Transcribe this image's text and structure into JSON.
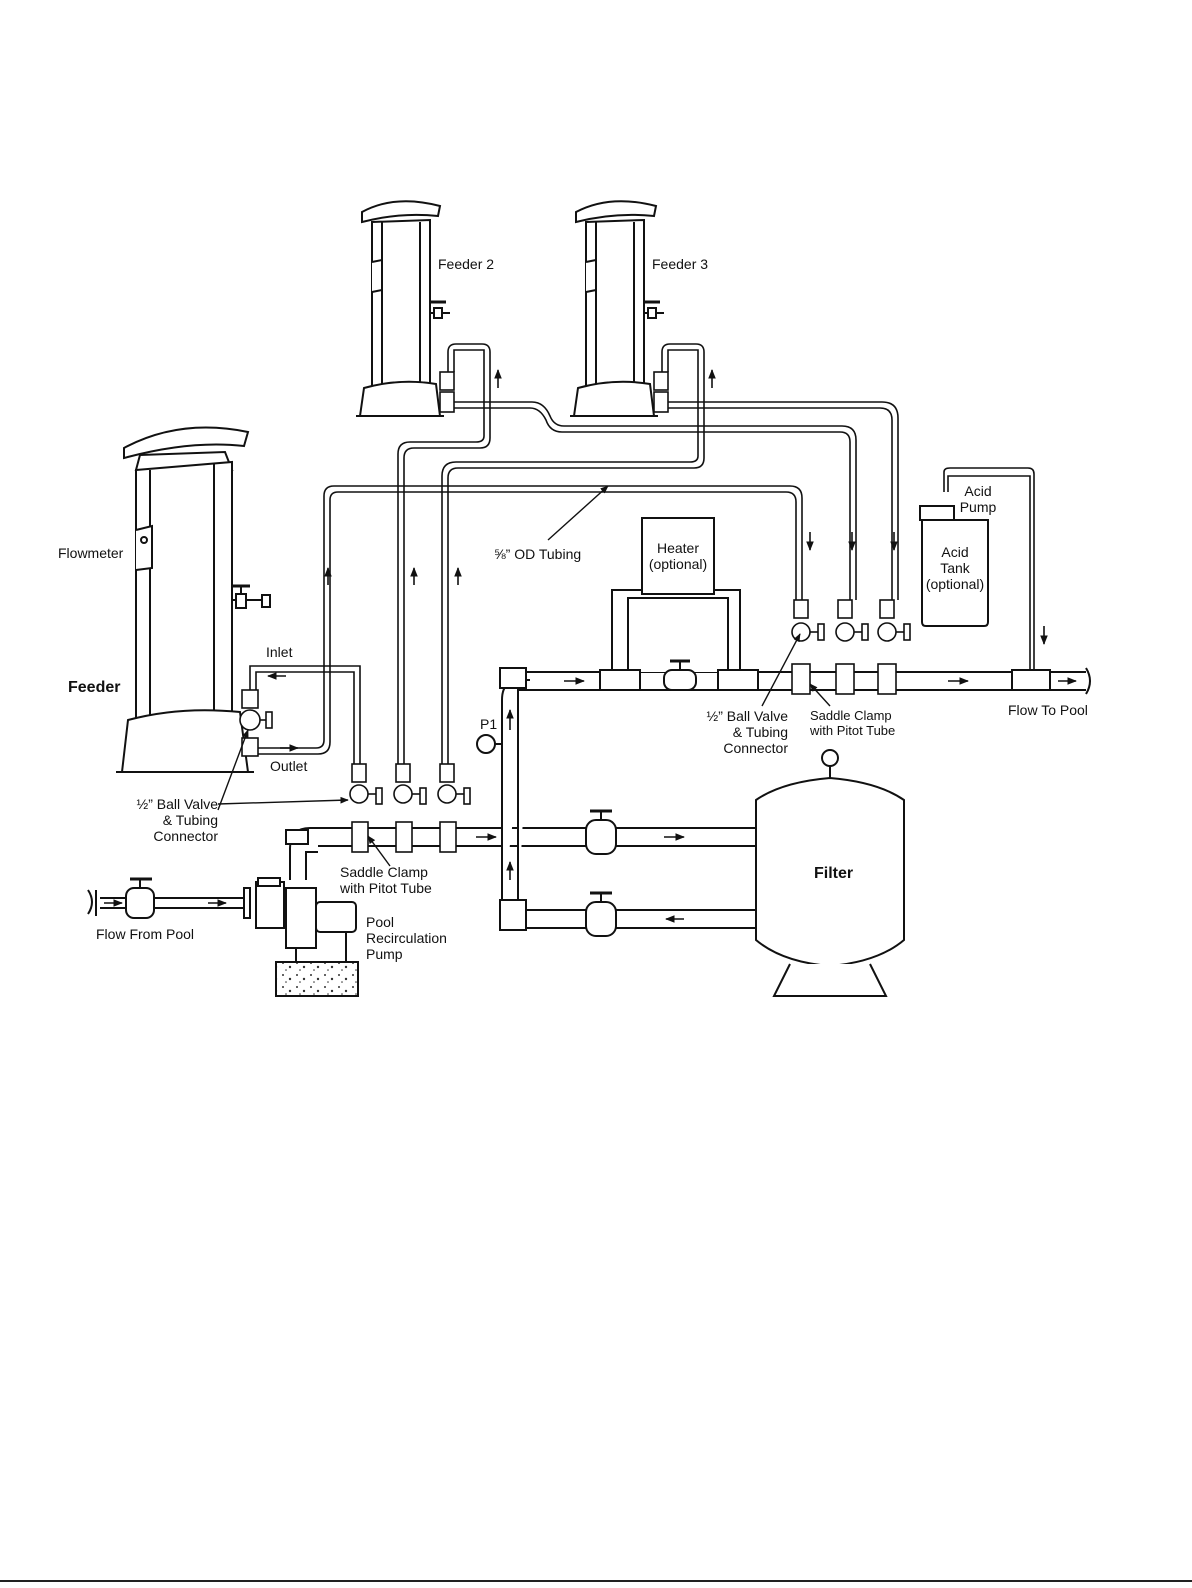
{
  "labels": {
    "feeder2": "Feeder 2",
    "feeder3": "Feeder 3",
    "flowmeter": "Flowmeter",
    "feeder": "Feeder",
    "inlet": "Inlet",
    "outlet": "Outlet",
    "tubing": "⅝” OD Tubing",
    "heater_l1": "Heater",
    "heater_l2": "(optional)",
    "acid_pump_l1": "Acid",
    "acid_pump_l2": "Pump",
    "acid_tank_l1": "Acid",
    "acid_tank_l2": "Tank",
    "acid_tank_l3": "(optional)",
    "p1": "P1",
    "ball_valve_left_l1": "½” Ball Valve",
    "ball_valve_left_l2": "& Tubing",
    "ball_valve_left_l3": "Connector",
    "ball_valve_right_l1": "½” Ball Valve",
    "ball_valve_right_l2": "& Tubing",
    "ball_valve_right_l3": "Connector",
    "saddle_left_l1": "Saddle Clamp",
    "saddle_left_l2": "with Pitot Tube",
    "saddle_right_l1": "Saddle Clamp",
    "saddle_right_l2": "with Pitot Tube",
    "flow_to_pool": "Flow To Pool",
    "flow_from_pool": "Flow From Pool",
    "pump_l1": "Pool",
    "pump_l2": "Recirculation",
    "pump_l3": "Pump",
    "filter": "Filter"
  }
}
